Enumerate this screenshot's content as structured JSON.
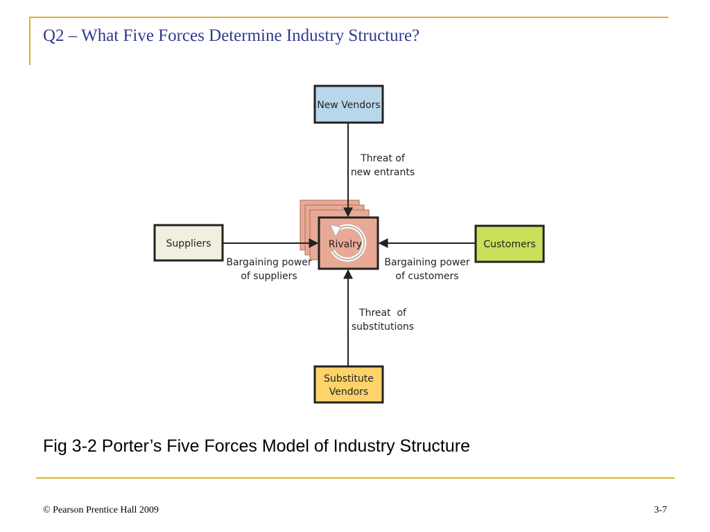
{
  "slide": {
    "title": "Q2 – What Five Forces Determine Industry Structure?",
    "caption": "Fig 3-2 Porter’s Five Forces Model of Industry Structure",
    "footer_left": "© Pearson Prentice Hall 2009",
    "footer_right": "3-7"
  },
  "colors": {
    "accent_rule": "#e0b030",
    "title": "#2f3a8f",
    "new_vendors_fill": "#b9d7ea",
    "suppliers_fill": "#f1efe0",
    "customers_fill": "#c8e05a",
    "substitutes_fill": "#fdd36a",
    "rivalry_fill": "#e8a996"
  },
  "diagram": {
    "nodes": {
      "new_vendors": "New Vendors",
      "suppliers": "Suppliers",
      "customers": "Customers",
      "substitute_line1": "Substitute",
      "substitute_line2": "Vendors",
      "rivalry": "Rivalry"
    },
    "edges": {
      "new_entrants_line1": "Threat of",
      "new_entrants_line2": "new entrants",
      "suppliers_line1": "Bargaining power",
      "suppliers_line2": "of suppliers",
      "customers_line1": "Bargaining power",
      "customers_line2": "of customers",
      "substitutions_line1": "Threat  of",
      "substitutions_line2": "substitutions"
    },
    "rivalry_icon": "refresh-cycle-icon"
  }
}
